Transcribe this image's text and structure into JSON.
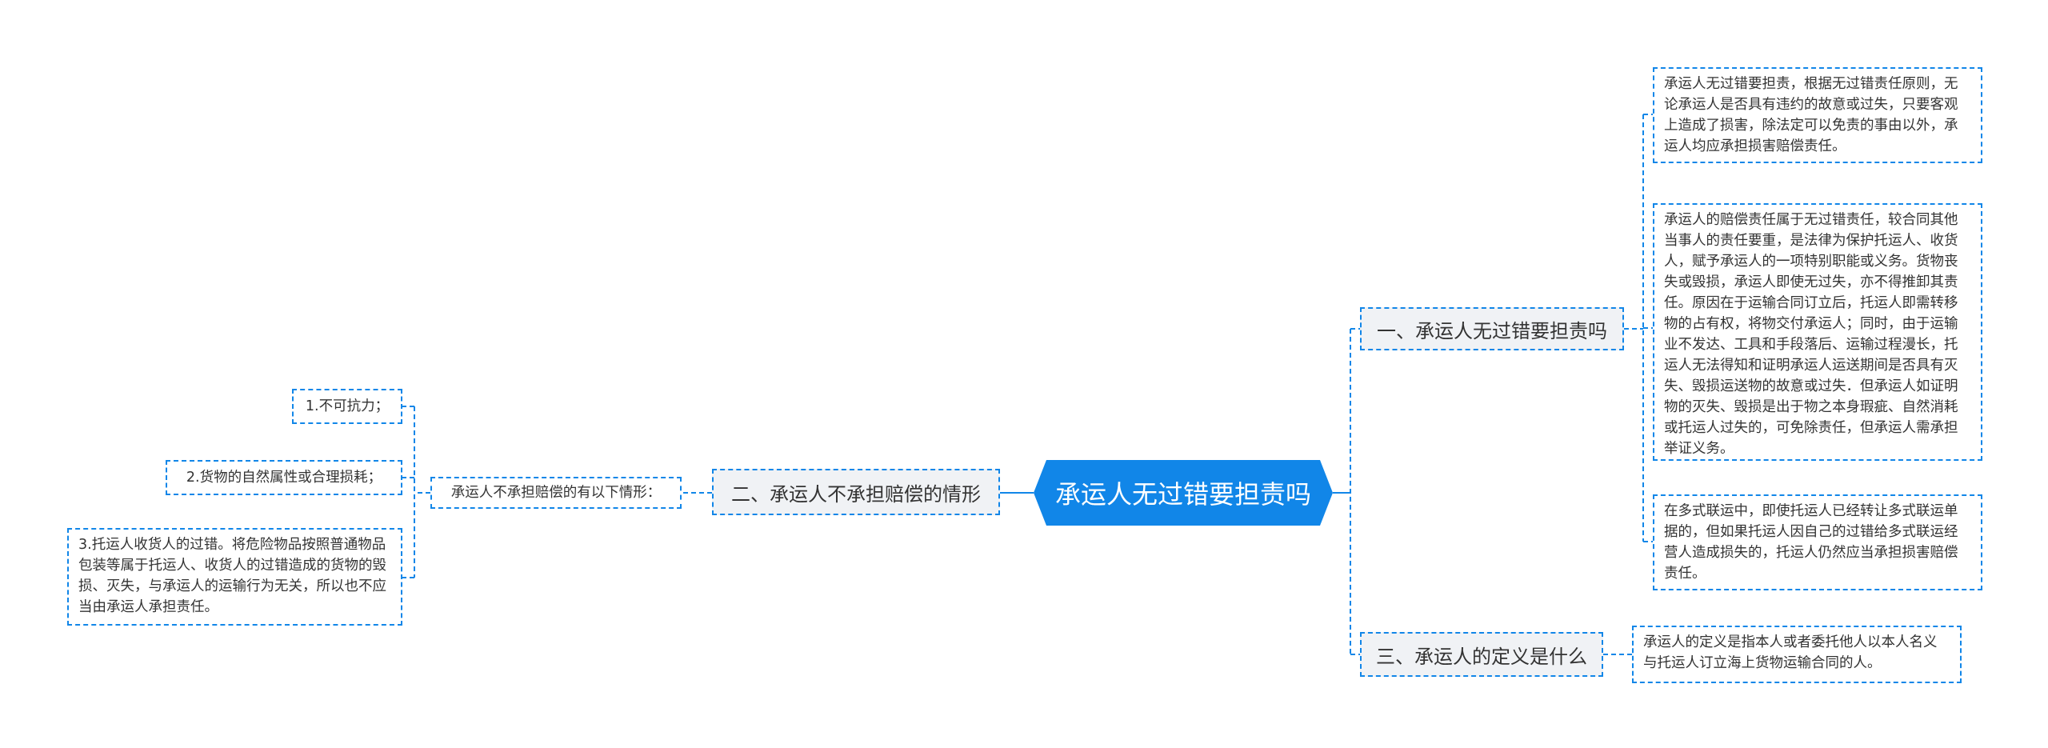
{
  "root": {
    "label": "承运人无过错要担责吗"
  },
  "right_branches": [
    {
      "label": "一、承运人无过错要担责吗",
      "leaves": [
        "承运人无过错要担责，根据无过错责任原则，无论承运人是否具有违约的故意或过失，只要客观上造成了损害，除法定可以免责的事由以外，承运人均应承担损害赔偿责任。",
        "承运人的赔偿责任属于无过错责任，较合同其他当事人的责任要重，是法律为保护托运人、收货人，赋予承运人的一项特别职能或义务。货物丧失或毁损，承运人即使无过失，亦不得推卸其责任。原因在于运输合同订立后，托运人即需转移物的占有权，将物交付承运人；同时，由于运输业不发达、工具和手段落后、运输过程漫长，托运人无法得知和证明承运人运送期间是否具有灭失、毁损运送物的故意或过失．但承运人如证明物的灭失、毁损是出于物之本身瑕疵、自然消耗或托运人过失的，可免除责任，但承运人需承担举证义务。",
        "在多式联运中，即使托运人已经转让多式联运单据的，但如果托运人因自己的过错给多式联运经营人造成损失的，托运人仍然应当承担损害赔偿责任。"
      ]
    },
    {
      "label": "三、承运人的定义是什么",
      "leaves": [
        "承运人的定义是指本人或者委托他人以本人名义与托运人订立海上货物运输合同的人。"
      ]
    }
  ],
  "left_branch": {
    "label": "二、承运人不承担赔偿的情形",
    "sub": {
      "label": "承运人不承担赔偿的有以下情形：",
      "leaves": [
        "1.不可抗力；",
        "2.货物的自然属性或合理损耗；",
        "3.托运人收货人的过错。将危险物品按照普通物品包装等属于托运人、收货人的过错造成的货物的毁损、灭失，与承运人的运输行为无关，所以也不应当由承运人承担责任。"
      ]
    }
  },
  "colors": {
    "accent": "#1186e8",
    "branch_bg": "#f0f2f5",
    "text": "#333333"
  }
}
